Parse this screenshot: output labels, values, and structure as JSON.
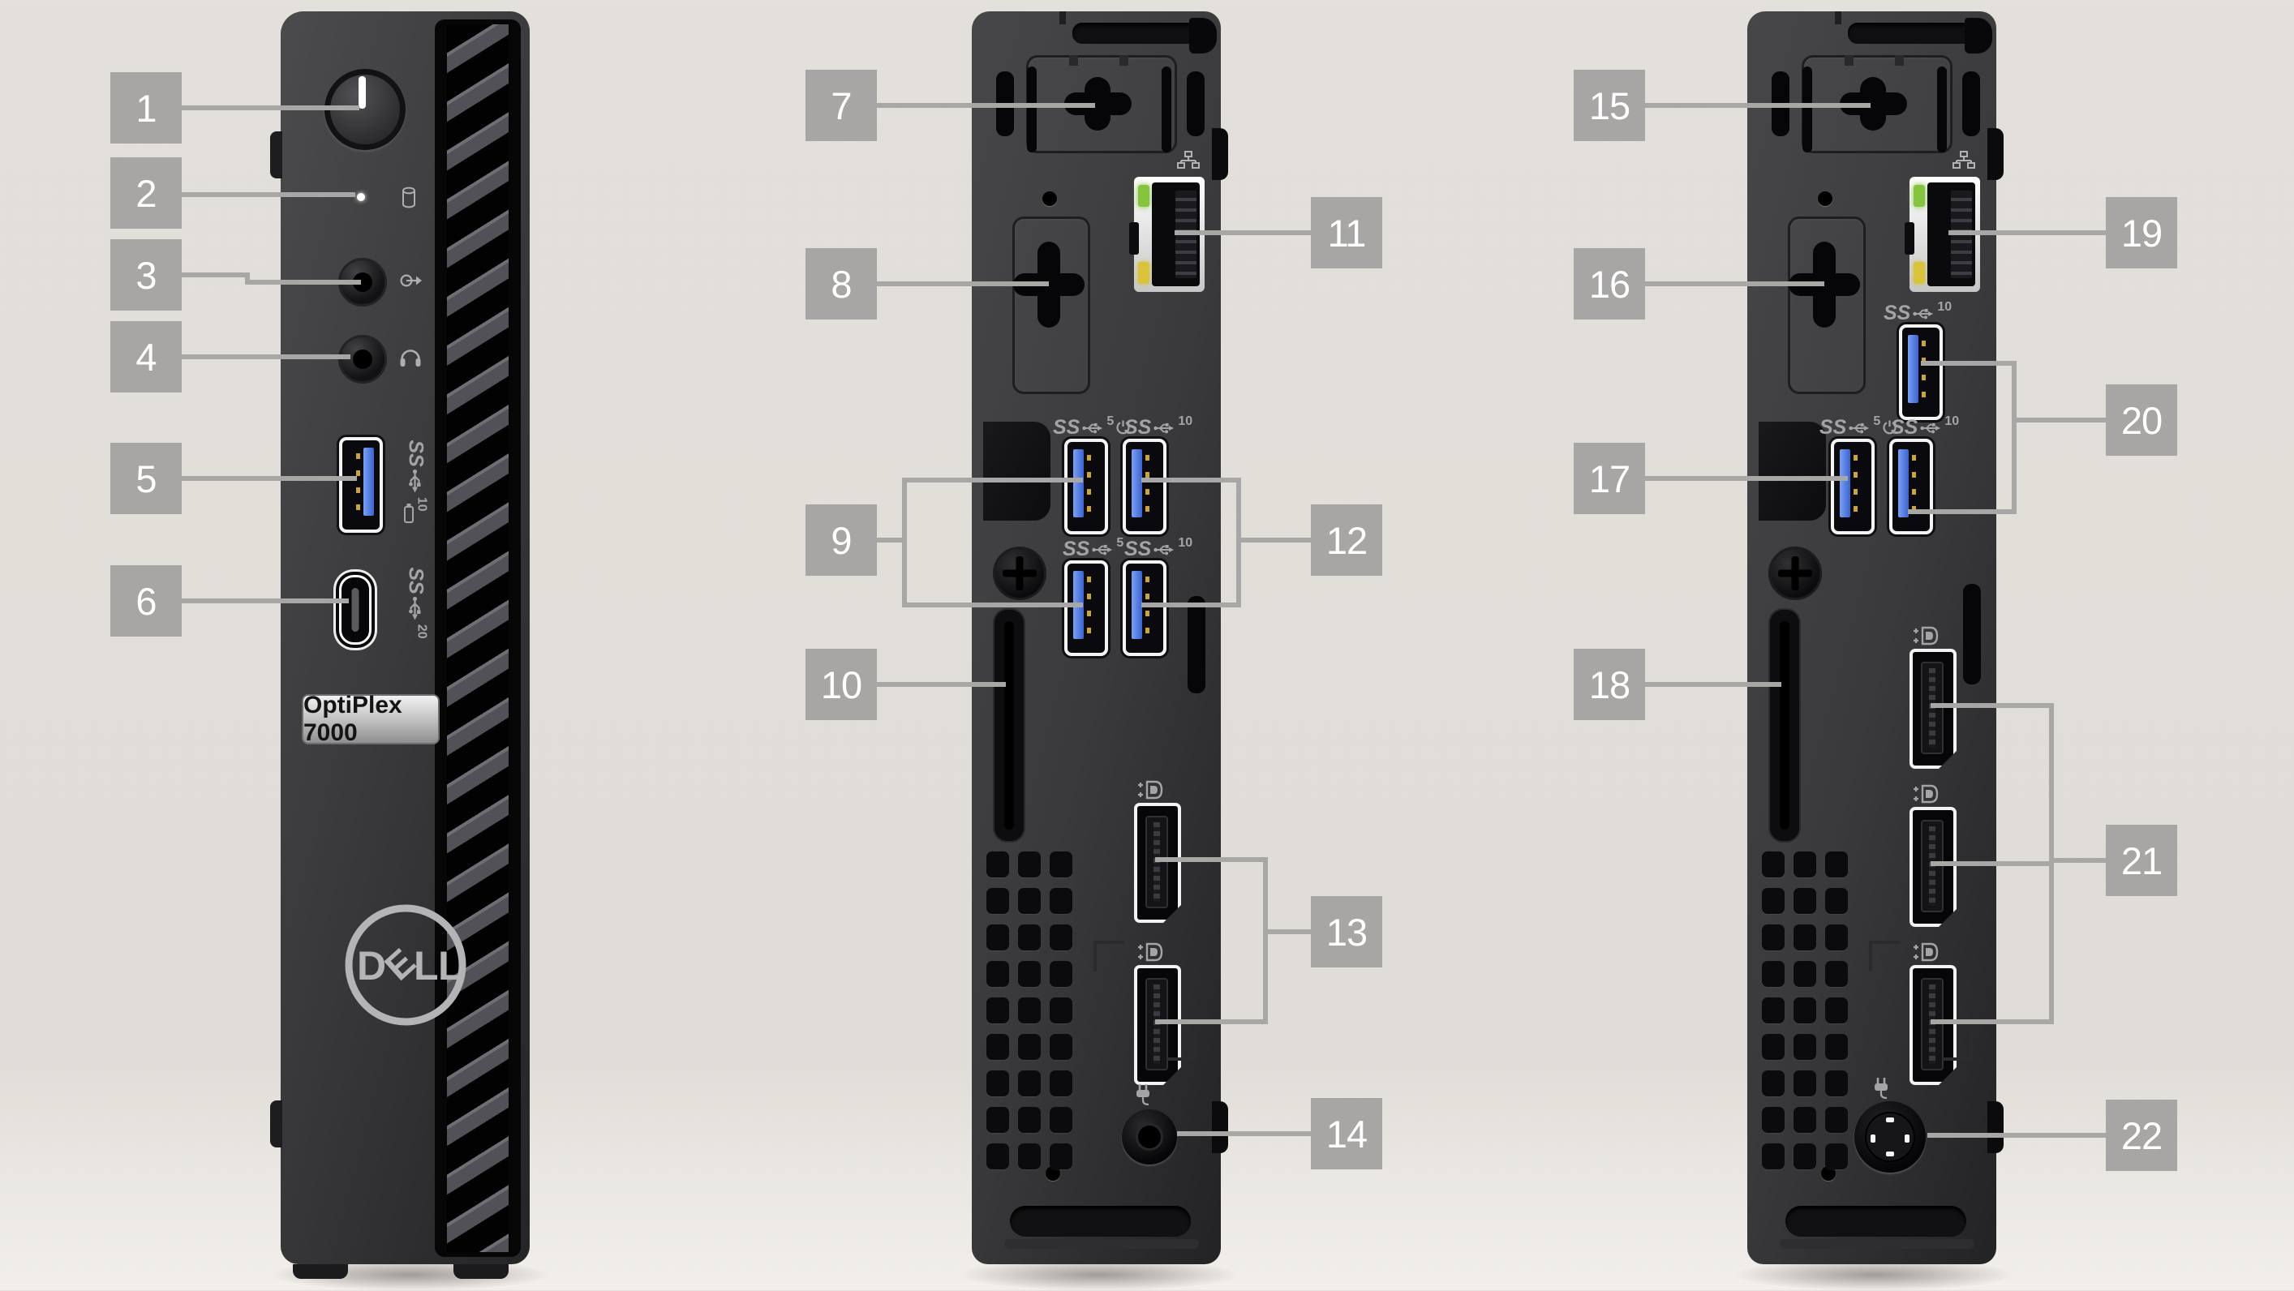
{
  "callouts": [
    "1",
    "2",
    "3",
    "4",
    "5",
    "6",
    "7",
    "8",
    "9",
    "10",
    "11",
    "12",
    "13",
    "14",
    "15",
    "16",
    "17",
    "18",
    "19",
    "20",
    "21",
    "22"
  ],
  "front": {
    "badge_text": "OptiPlex 7000",
    "logo_letters": [
      "D",
      "E",
      "L",
      "L"
    ]
  },
  "icons": {
    "ss": "SS",
    "speed5": "5",
    "speed10": "10",
    "speed20": "20"
  },
  "colors": {
    "background": "#e1ddd8",
    "label_bg": "#a7a6a4",
    "label_text": "#ffffff",
    "line": "#a8a7a5",
    "usb_blue": "#4a72d8",
    "led_green": "#86c440",
    "led_amber": "#d9c33c",
    "device_body": "#3a3a3c"
  }
}
